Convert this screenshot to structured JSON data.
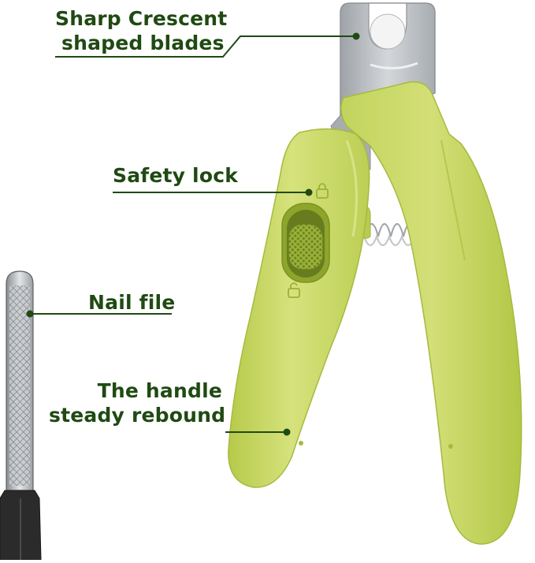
{
  "labels": {
    "blades": {
      "line1": "Sharp Crescent",
      "line2": "shaped blades"
    },
    "lock": {
      "line1": "Safety lock"
    },
    "file": {
      "line1": "Nail file"
    },
    "handle": {
      "line1": "The handle",
      "line2": "steady rebound"
    }
  },
  "colors": {
    "label_text": "#1f4a12",
    "leader_line": "#1f4a12",
    "handle_green": "#c9d96a",
    "handle_shadow": "#a9bd3f",
    "blade_steel": "#b9bdc1",
    "file_dark": "#2a2a2a"
  }
}
